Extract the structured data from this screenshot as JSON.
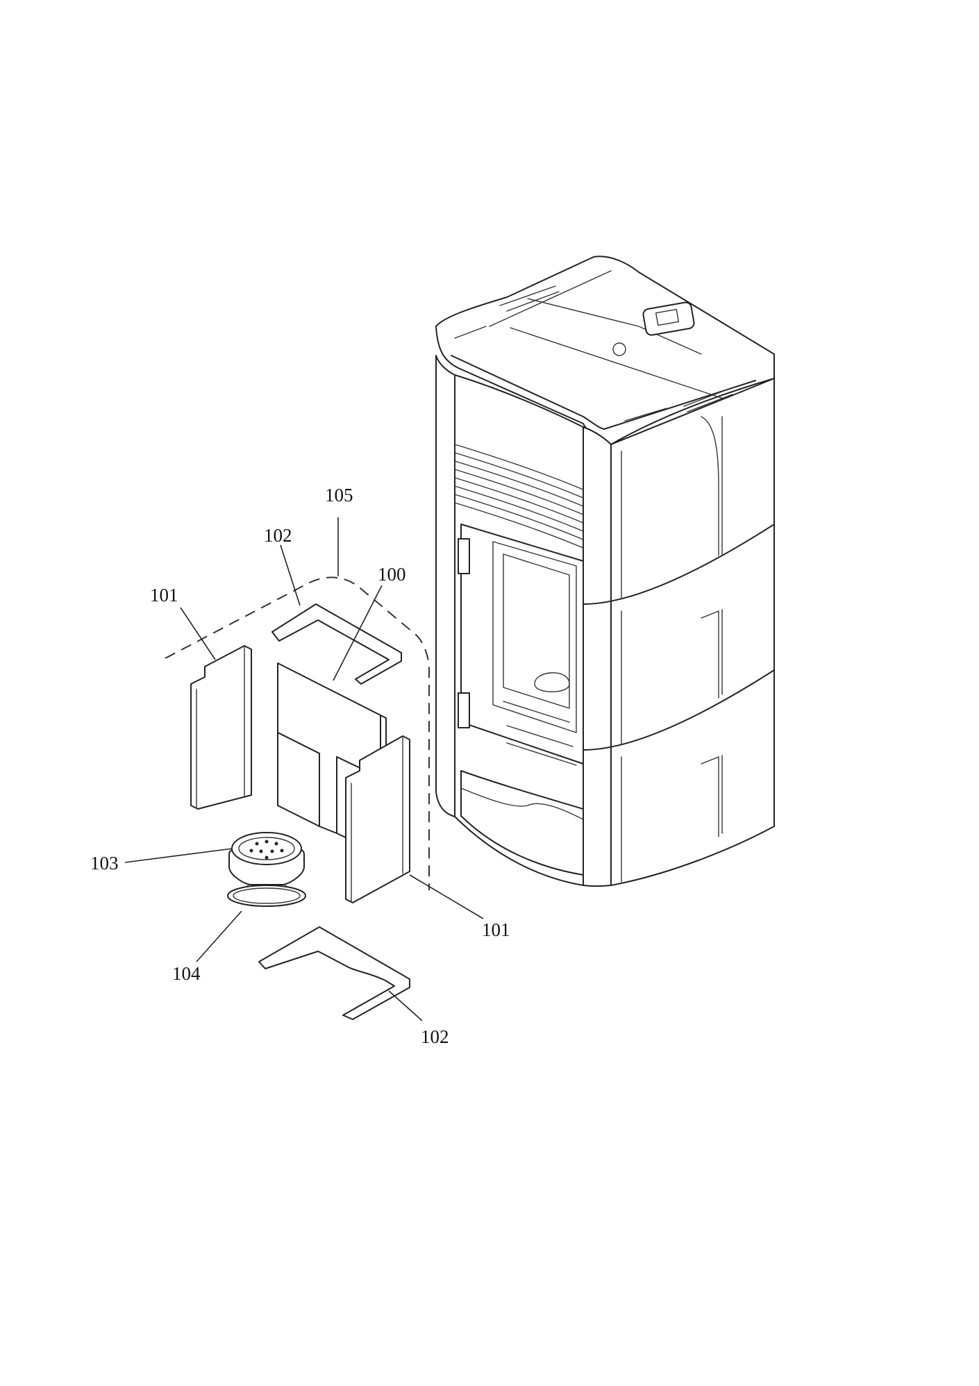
{
  "diagram": {
    "type": "exploded-parts-view",
    "callouts": [
      {
        "id": "c105",
        "label": "105"
      },
      {
        "id": "c102a",
        "label": "102"
      },
      {
        "id": "c100",
        "label": "100"
      },
      {
        "id": "c101a",
        "label": "101"
      },
      {
        "id": "c103",
        "label": "103"
      },
      {
        "id": "c101b",
        "label": "101"
      },
      {
        "id": "c104",
        "label": "104"
      },
      {
        "id": "c102b",
        "label": "102"
      }
    ]
  }
}
